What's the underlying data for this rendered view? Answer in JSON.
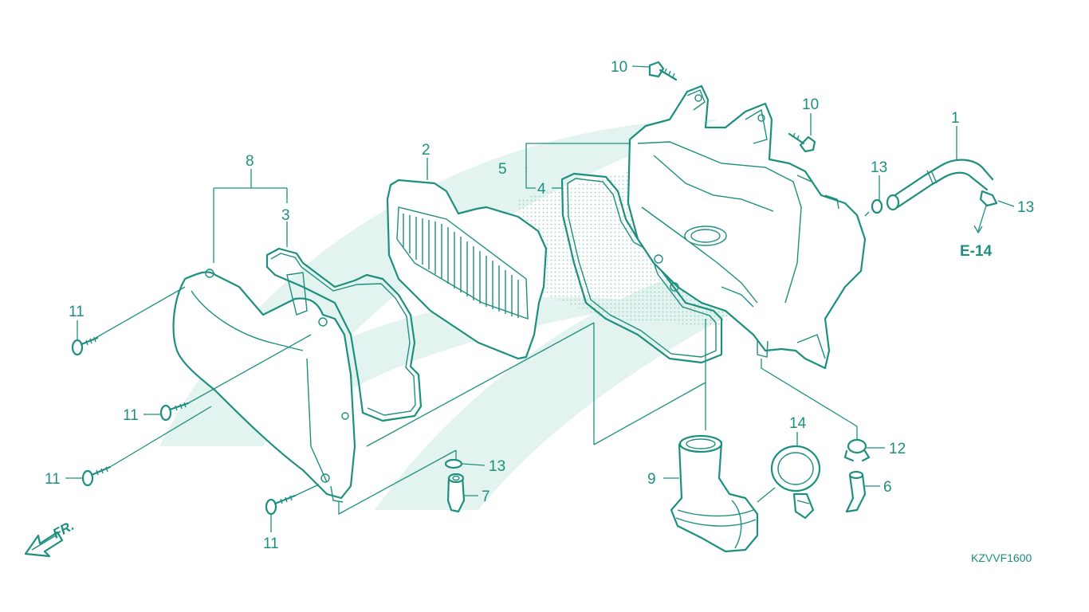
{
  "diagram": {
    "ref_label": "E-14",
    "drawing_code": "KZVVF1600",
    "front_label": "FR.",
    "ink_color": "#1d8f7f",
    "callouts": {
      "c1": "1",
      "c2": "2",
      "c3": "3",
      "c4": "4",
      "c5": "5",
      "c6": "6",
      "c7": "7",
      "c8": "8",
      "c9": "9",
      "c10a": "10",
      "c10b": "10",
      "c11a": "11",
      "c11b": "11",
      "c11c": "11",
      "c11d": "11",
      "c12": "12",
      "c13a": "13",
      "c13b": "13",
      "c13c": "13",
      "c14": "14"
    }
  }
}
